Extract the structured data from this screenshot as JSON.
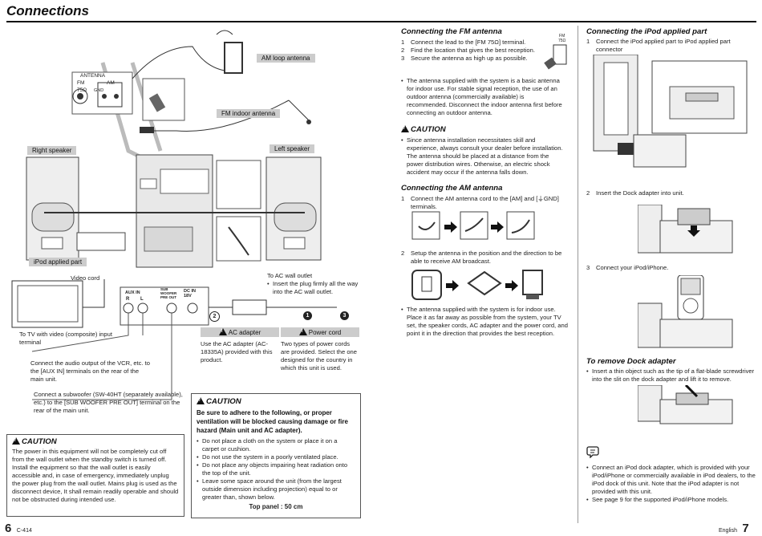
{
  "page_title": "Connections",
  "diagram": {
    "am_loop_antenna": "AM loop antenna",
    "fm_indoor_antenna": "FM indoor antenna",
    "antenna_label": "ANTENNA",
    "fm_label": "FM",
    "fm_ohm": "75Ω",
    "gnd_label": "GND",
    "am_label": "AM",
    "right_speaker": "Right speaker",
    "left_speaker": "Left speaker",
    "ipod_applied_part": "iPod applied part",
    "video_cord": "Video cord",
    "tv_note": "To TV with video (composite) input terminal",
    "aux_in": "AUX IN",
    "r_label": "R",
    "l_label": "L",
    "subwoofer_label": "SUB WOOFER PRE OUT",
    "dc_in": "DC IN 18V",
    "ac_wall_outlet_title": "To AC wall outlet",
    "ac_wall_outlet_bullet": "Insert the plug firmly all the way into the AC wall outlet.",
    "aux_note": "Connect the audio output of the VCR, etc. to the [AUX IN] terminals on the rear of the main unit.",
    "subwoofer_note": "Connect a subwoofer (SW-40HT (separately available), etc.) to the [SUB WOOFER PRE OUT] terminal on the rear of the main unit.",
    "step1": "1",
    "step2": "2",
    "step3": "3"
  },
  "ac_adapter": {
    "title": "AC adapter",
    "text": "Use the AC adapter (AC-18335A) provided with this product."
  },
  "power_cord": {
    "title": "Power cord",
    "text": "Two types of power cords are provided. Select the one designed for the country in which this unit is used."
  },
  "caution_left": {
    "title": "CAUTION",
    "text": "The power in this equipment will not be completely cut off from the wall outlet when the standby switch is turned off. Install the equipment so that the wall outlet is easily accessible and, in case of emergency, immediately unplug the power plug from the wall outlet. Mains plug is used as the disconnect device, It shall remain readily operable and should not be obstructed during intended use."
  },
  "caution_mid": {
    "title": "CAUTION",
    "bold": "Be sure to adhere to the following, or proper ventilation will be blocked causing damage or fire hazard (Main unit and AC adapter).",
    "bullets": [
      "Do not place a cloth on the system or place it on a carpet or cushion.",
      "Do not use the system in a poorly ventilated place.",
      "Do not place any objects impairing heat radiation onto the top of the unit.",
      "Leave some space around the unit (from the largest outside dimension including projection) equal to or greater than, shown below."
    ],
    "top_panel": "Top panel : 50 cm"
  },
  "fm_section": {
    "heading": "Connecting the FM antenna",
    "steps": [
      {
        "n": "1",
        "text": "Connect the lead to the [FM 75Ω] terminal."
      },
      {
        "n": "2",
        "text": "Find the location that gives the best reception."
      },
      {
        "n": "3",
        "text": "Secure the antenna as high up as possible."
      }
    ],
    "bullet": "The antenna supplied with the system is a basic antenna for indoor use. For stable signal reception, the use of an outdoor antenna (commercially available) is recommended. Disconnect the indoor antenna first before connecting an outdoor antenna.",
    "caution_title": "CAUTION",
    "caution_text": "Since antenna installation necessitates skill and experience, always consult your dealer before installation. The antenna should be placed at a distance from the power distribution wires. Otherwise, an electric shock accident may occur if the antenna falls down.",
    "fm_icon_top": "FM",
    "fm_icon_bottom": "75Ω"
  },
  "am_section": {
    "heading": "Connecting the AM antenna",
    "step1": "Connect the AM antenna cord to the [AM] and [⏚GND] terminals.",
    "step2": "Setup the antenna in the position and the direction to be able to receive AM broadcast.",
    "bullet": "The antenna supplied with the system is for indoor use. Place it as far away as possible from the system, your TV set, the speaker cords, AC adapter and the power cord, and point it in the direction that provides the best reception.",
    "n1": "1",
    "n2": "2"
  },
  "ipod_section": {
    "heading": "Connecting the iPod applied part",
    "step1": "Connect the iPod applied part to iPod applied part connector",
    "step2": "Insert the Dock adapter into unit.",
    "step3": "Connect your iPod/iPhone.",
    "n1": "1",
    "n2": "2",
    "n3": "3"
  },
  "remove_dock": {
    "heading": "To remove Dock adapter",
    "bullet": "Insert a thin object such as the tip of a flat-blade screwdriver into the slit on the dock adapter and lift it to remove."
  },
  "notes": {
    "bullets": [
      "Connect an iPod dock adapter, which is provided with your iPod/iPhone or commercially available in iPod dealers, to the iPod dock of this unit. Note that the iPod adapter is not provided with this unit.",
      "See page 9 for the supported iPod/iPhone models."
    ]
  },
  "footer": {
    "left_page": "6",
    "left_code": "C-414",
    "right_lang": "English",
    "right_page": "7"
  }
}
